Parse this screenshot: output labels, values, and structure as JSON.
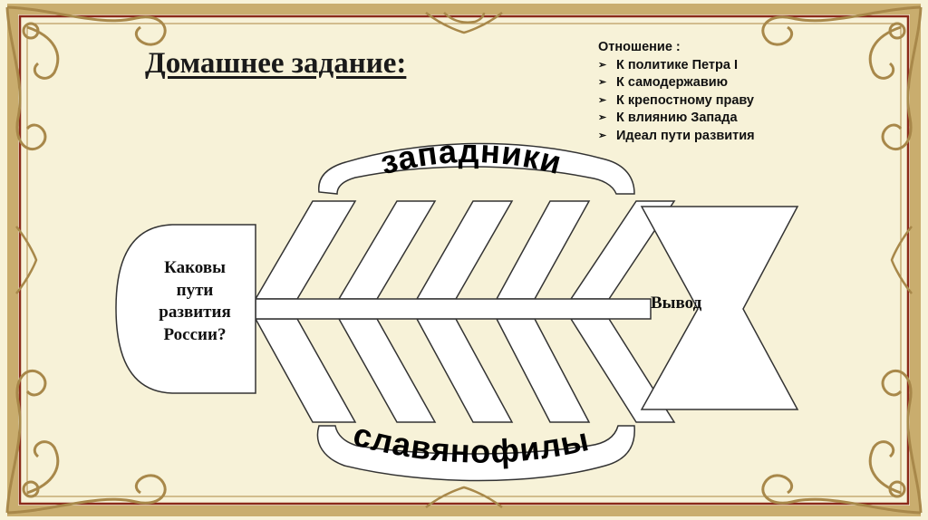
{
  "slide": {
    "title": "Домашнее задание:",
    "criteria_heading": "Отношение :",
    "criteria": [
      "К политике Петра I",
      "К самодержавию",
      "К крепостному праву",
      "К влиянию Запада",
      "Идеал пути развития"
    ]
  },
  "diagram": {
    "head_lines": [
      "Каковы",
      "пути",
      "развития",
      "России?"
    ],
    "conclusion": "Вывод",
    "top_group": "западники",
    "bottom_group": "славянофилы"
  },
  "colors": {
    "background": "#f7f2d8",
    "frame_gold": "#a8884a",
    "frame_line": "#8b2a1a",
    "shape_fill": "#ffffff",
    "shape_stroke": "#333333"
  },
  "icons": {
    "list_bullet": "arrow-icon"
  }
}
